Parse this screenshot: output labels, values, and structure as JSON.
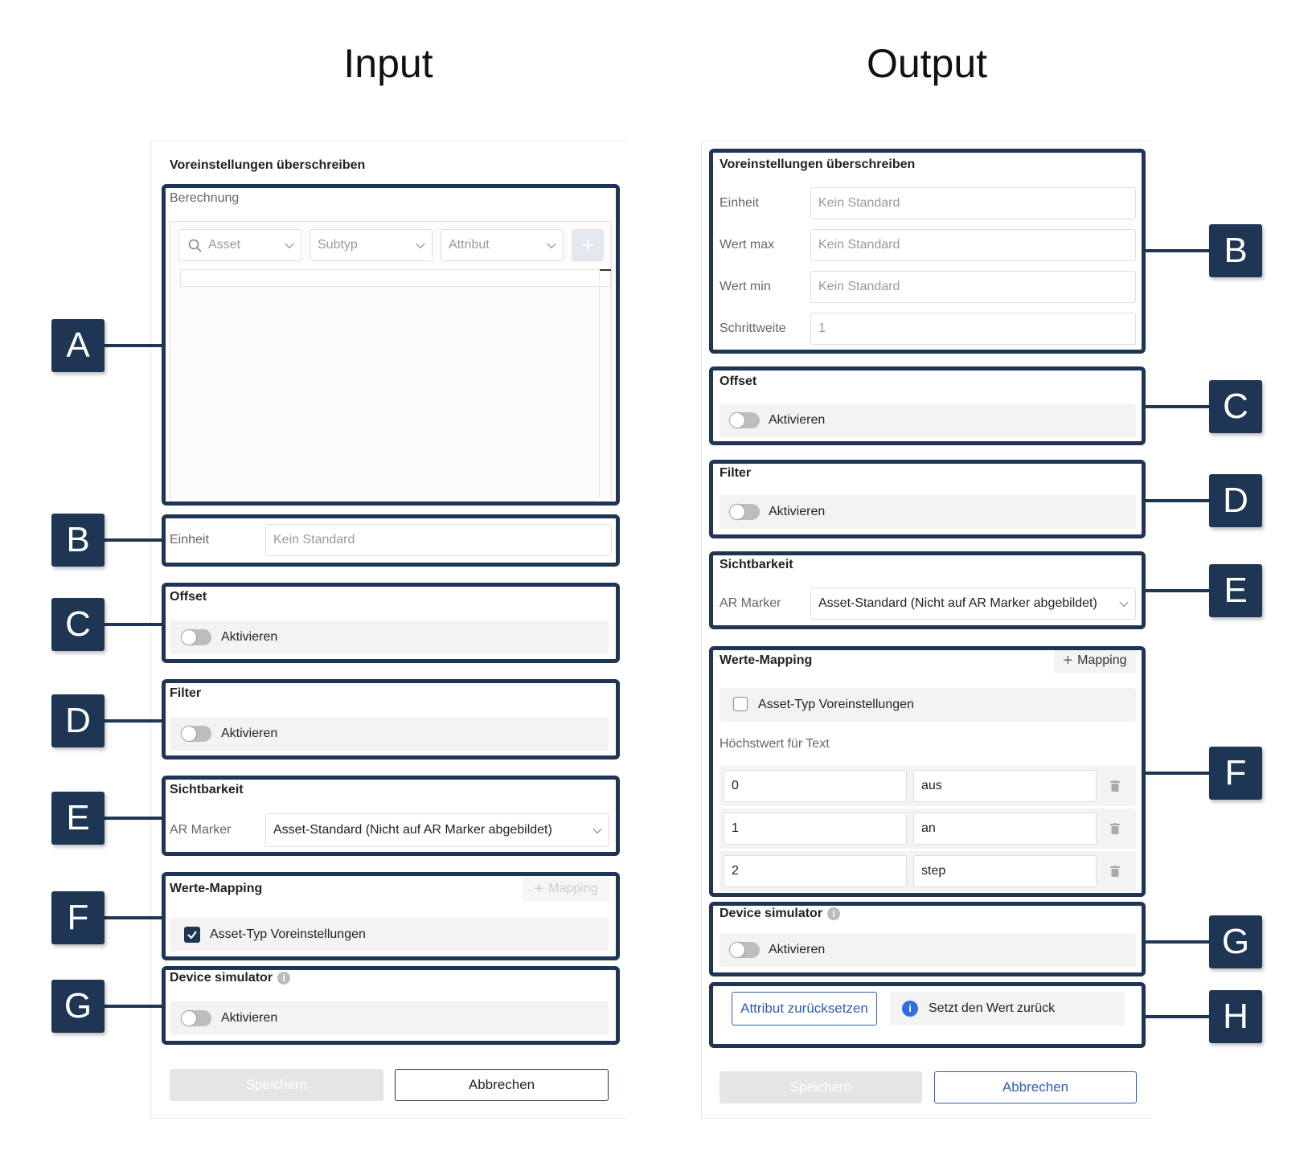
{
  "titles": {
    "input": "Input",
    "output": "Output"
  },
  "badges": {
    "A": "A",
    "B": "B",
    "C": "C",
    "D": "D",
    "E": "E",
    "F": "F",
    "G": "G",
    "H": "H"
  },
  "input": {
    "header": "Voreinstellungen überschreiben",
    "berechnung": {
      "title": "Berechnung",
      "asset": "Asset",
      "subtyp": "Subtyp",
      "attribut": "Attribut",
      "add": "+"
    },
    "einheit": {
      "label": "Einheit",
      "placeholder": "Kein Standard"
    },
    "offset": {
      "title": "Offset",
      "toggle": "Aktivieren"
    },
    "filter": {
      "title": "Filter",
      "toggle": "Aktivieren"
    },
    "sichtbarkeit": {
      "title": "Sichtbarkeit",
      "label": "AR Marker",
      "value": "Asset-Standard (Nicht auf AR Marker abgebildet)"
    },
    "werte_mapping": {
      "title": "Werte-Mapping",
      "add_label": "Mapping",
      "checkbox": "Asset-Typ Voreinstellungen",
      "checked": true
    },
    "device_simulator": {
      "title": "Device simulator",
      "toggle": "Aktivieren"
    },
    "save": "Speichern",
    "cancel": "Abbrechen"
  },
  "output": {
    "header": "Voreinstellungen überschreiben",
    "fields": [
      {
        "label": "Einheit",
        "value": "Kein Standard"
      },
      {
        "label": "Wert max",
        "value": "Kein Standard"
      },
      {
        "label": "Wert min",
        "value": "Kein Standard"
      },
      {
        "label": "Schrittweite",
        "value": "1"
      }
    ],
    "offset": {
      "title": "Offset",
      "toggle": "Aktivieren"
    },
    "filter": {
      "title": "Filter",
      "toggle": "Aktivieren"
    },
    "sichtbarkeit": {
      "title": "Sichtbarkeit",
      "label": "AR Marker",
      "value": "Asset-Standard (Nicht auf AR Marker abgebildet)"
    },
    "werte_mapping": {
      "title": "Werte-Mapping",
      "add_label": "Mapping",
      "checkbox": "Asset-Typ Voreinstellungen",
      "checked": false,
      "max_text_label": "Höchstwert für Text",
      "rows": [
        {
          "key": "0",
          "value": "aus"
        },
        {
          "key": "1",
          "value": "an"
        },
        {
          "key": "2",
          "value": "step"
        }
      ]
    },
    "device_simulator": {
      "title": "Device simulator",
      "toggle": "Aktivieren"
    },
    "reset": {
      "button": "Attribut zurücksetzen",
      "hint": "Setzt den Wert zurück"
    },
    "save": "Speichern",
    "cancel": "Abbrechen"
  },
  "colors": {
    "highlight": "#1e3553",
    "accent": "#2f5eab",
    "info": "#2f6fe0"
  }
}
